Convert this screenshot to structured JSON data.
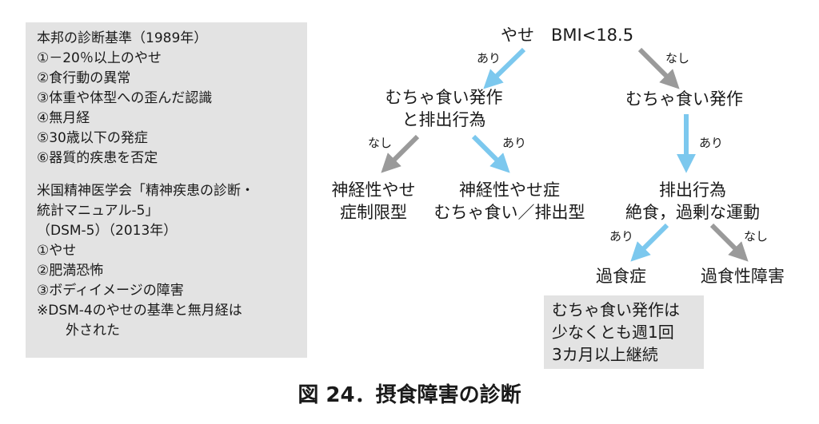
{
  "criteria_box": {
    "japan_title": "本邦の診断基準（1989年）",
    "japan_items": [
      "①－20％以上のやせ",
      "②食行動の異常",
      "③体重や体型への歪んだ認識",
      "④無月経",
      "⑤30歳以下の発症",
      "⑥器質的疾患を否定"
    ],
    "dsm_title_lines": [
      "米国精神医学会「精神疾患の診断・",
      "統計マニュアル-5」",
      "（DSM-5）（2013年）"
    ],
    "dsm_items": [
      "①やせ",
      "②肥満恐怖",
      "③ボディイメージの障害",
      "※DSM-4のやせの基準と無月経は"
    ],
    "dsm_note_cont": "外された"
  },
  "flowchart": {
    "root": "やせ　BMI<18.5",
    "binge_purge_question": [
      "むちゃ食い発作",
      "と排出行為"
    ],
    "binge_question": "むちゃ食い発作",
    "restrictive_type": [
      "神経性やせ",
      "症制限型"
    ],
    "binge_purge_type": [
      "神経性やせ症",
      "むちゃ食い／排出型"
    ],
    "compensatory_question": [
      "排出行為",
      "絶食，過剰な運動"
    ],
    "bulimia": "過食症",
    "binge_eating_disorder": "過食性障害",
    "labels": {
      "yes": "あり",
      "no": "なし"
    },
    "frequency_note": [
      "むちゃ食い発作は",
      "少なくとも週1回",
      "3カ月以上継続"
    ]
  },
  "colors": {
    "yes_arrow": "#7cc8ee",
    "no_arrow": "#9a9a9a",
    "box_fill": "#e3e3e3"
  },
  "caption": "図 24．摂食障害の診断"
}
